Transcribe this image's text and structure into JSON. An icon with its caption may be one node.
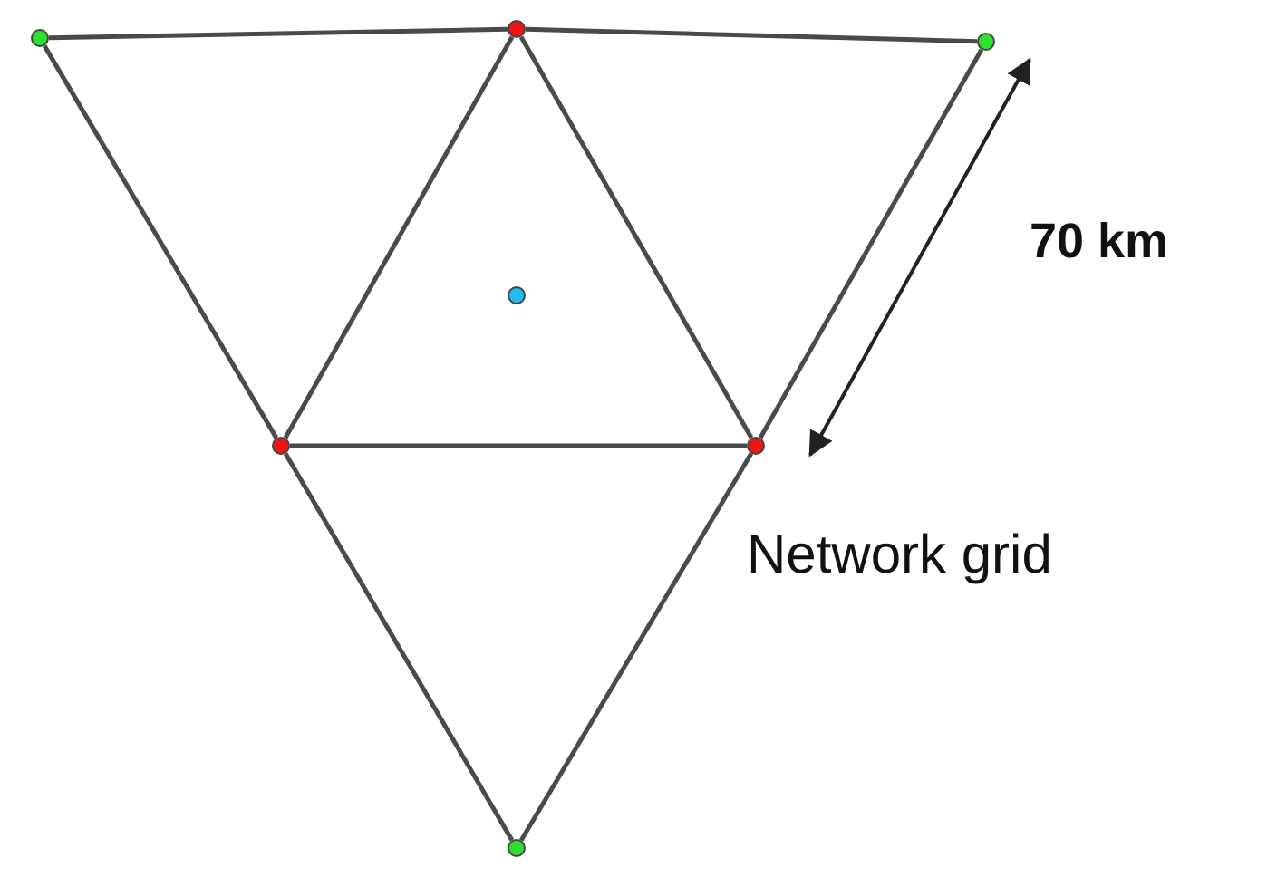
{
  "diagram": {
    "nodes": [
      {
        "text": [],
        "shape": "circle"
      },
      {
        "text": [],
        "shape": "circle"
      },
      {
        "text": [],
        "shape": "circle"
      },
      {
        "text": [],
        "shape": "circle"
      },
      {
        "text": [],
        "shape": "circle"
      },
      {
        "text": [],
        "shape": "circle"
      },
      {
        "text": [],
        "shape": "circle"
      }
    ],
    "edges": [
      {
        "from": 0,
        "to": 1,
        "arrow": "none"
      },
      {
        "from": 1,
        "to": 2,
        "arrow": "none"
      },
      {
        "from": 0,
        "to": 4,
        "arrow": "none"
      },
      {
        "from": 1,
        "to": 4,
        "arrow": "none"
      },
      {
        "from": 1,
        "to": 5,
        "arrow": "none"
      },
      {
        "from": 2,
        "to": 5,
        "arrow": "none"
      },
      {
        "from": 4,
        "to": 5,
        "arrow": "none"
      },
      {
        "from": 4,
        "to": 6,
        "arrow": "none"
      },
      {
        "from": 5,
        "to": 6,
        "arrow": "none"
      }
    ],
    "labels": [
      "70 km",
      "Network grid"
    ]
  }
}
